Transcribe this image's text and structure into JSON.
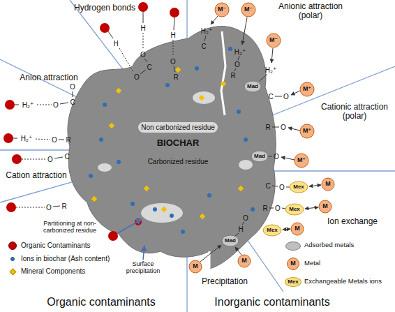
{
  "diagram": {
    "nodes": [
      {
        "text": [
          "Non carbonized residue",
          "BIOCHAR",
          "Carbonized residue"
        ]
      }
    ],
    "labels": [
      "Hydrogen bonds",
      "Anion attraction",
      "Cation attraction",
      "Partitioning at non-carbonized residue",
      "Surface precipitation",
      "Organic contaminants",
      "Anionic attraction (polar)",
      "Cationic attraction (polar)",
      "Ion exchange",
      "Precipitation",
      "Inorganic contaminants",
      "H",
      "O",
      "C",
      "O",
      "H",
      "H",
      "O",
      "R",
      "H₂⁺",
      "O",
      "C",
      "O",
      "H₂⁺",
      "O",
      "R",
      "O",
      "C",
      "O",
      "R",
      "M⁻",
      "M⁻",
      "M⁻",
      "H₂⁺",
      "C",
      "H₂⁺",
      "O",
      "R",
      "Mad",
      "H₂⁺",
      "C",
      "O",
      "M⁺",
      "R",
      "O",
      "M⁺",
      "Mad",
      "O",
      "M⁺",
      "C",
      "O",
      "Mex",
      "M",
      "R",
      "O",
      "Mex",
      "M",
      "Mex",
      "M",
      "O",
      "H",
      "Mad",
      "M",
      "M",
      "M",
      "Mex"
    ],
    "legend": [
      {
        "text": "Organic Contaminants",
        "color": "#c00000"
      },
      {
        "text": "Ions in biochar (Ash content)",
        "color": "#2f6db5"
      },
      {
        "text": "Mineral Components",
        "color": "#f2c200"
      },
      {
        "text": "Adsorbed metals",
        "color": "#bfbfbf"
      },
      {
        "text": "Metal",
        "color": "#f4b183"
      },
      {
        "text": "Exchangeable Metals ions",
        "color": "#ffe08a"
      }
    ]
  }
}
